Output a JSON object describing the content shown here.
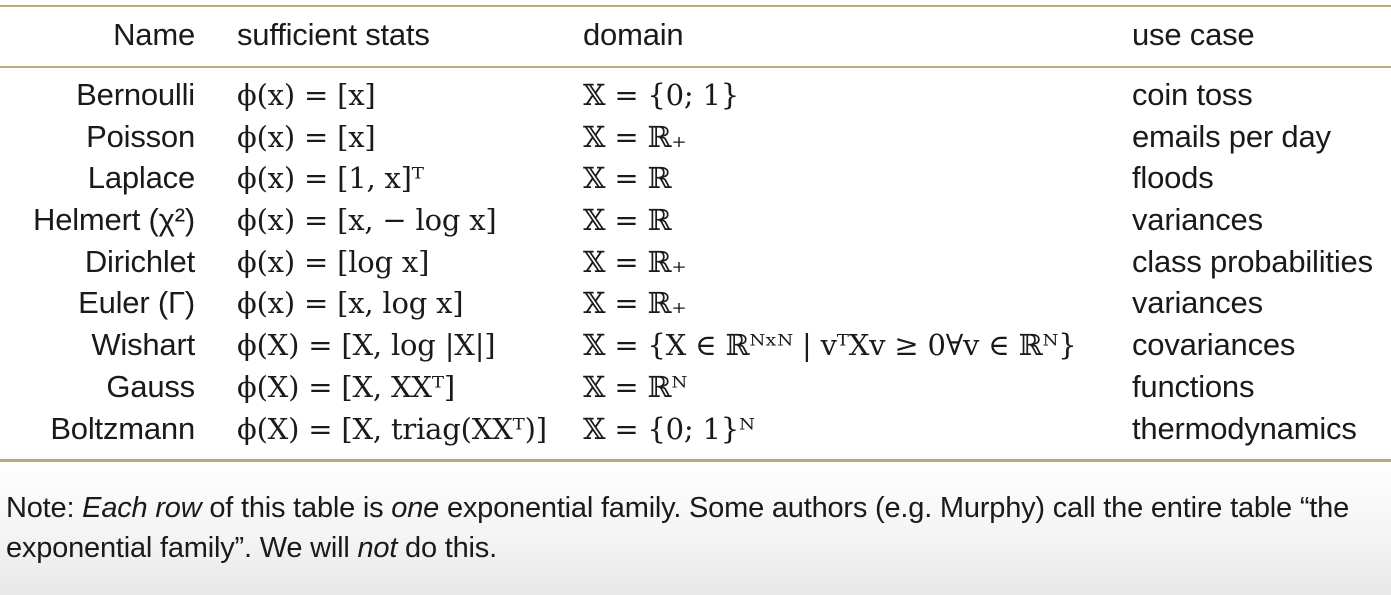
{
  "table": {
    "headers": {
      "name": "Name",
      "stats": "sufficient stats",
      "domain": "domain",
      "use_case": "use case"
    },
    "rows": [
      {
        "name": "Bernoulli",
        "stats": "ϕ(x) = [x]",
        "domain": "𝕏 = {0; 1}",
        "use_case": "coin toss"
      },
      {
        "name": "Poisson",
        "stats": "ϕ(x) = [x]",
        "domain": "𝕏 = ℝ₊",
        "use_case": "emails per day"
      },
      {
        "name": "Laplace",
        "stats": "ϕ(x) = [1, x]ᵀ",
        "domain": "𝕏 = ℝ",
        "use_case": "floods"
      },
      {
        "name": "Helmert (χ²)",
        "stats": "ϕ(x) = [x, − log x]",
        "domain": "𝕏 = ℝ",
        "use_case": "variances"
      },
      {
        "name": "Dirichlet",
        "stats": "ϕ(x) = [log x]",
        "domain": "𝕏 = ℝ₊",
        "use_case": "class probabilities"
      },
      {
        "name": "Euler (Γ)",
        "stats": "ϕ(x) = [x, log x]",
        "domain": "𝕏 = ℝ₊",
        "use_case": "variances"
      },
      {
        "name": "Wishart",
        "stats": "ϕ(X) = [X, log |X|]",
        "domain": "𝕏 = {X ∈ ℝᴺˣᴺ | vᵀXv ≥ 0∀v ∈ ℝᴺ}",
        "use_case": "covariances"
      },
      {
        "name": "Gauss",
        "stats": "ϕ(X) = [X, XXᵀ]",
        "domain": "𝕏 = ℝᴺ",
        "use_case": "functions"
      },
      {
        "name": "Boltzmann",
        "stats": "ϕ(X) = [X, triag(XXᵀ)]",
        "domain": "𝕏 = {0; 1}ᴺ",
        "use_case": "thermodynamics"
      }
    ]
  },
  "note": {
    "p1": "Note: ",
    "em1": "Each row",
    "p2": " of this table is ",
    "em2": "one",
    "p3": " exponential family. Some authors (e.g. Murphy) call the entire table “the exponential family”. We will ",
    "em3": "not",
    "p4": " do this."
  },
  "colors": {
    "rule": "#b9ac7a",
    "text": "#1a1a1a"
  }
}
